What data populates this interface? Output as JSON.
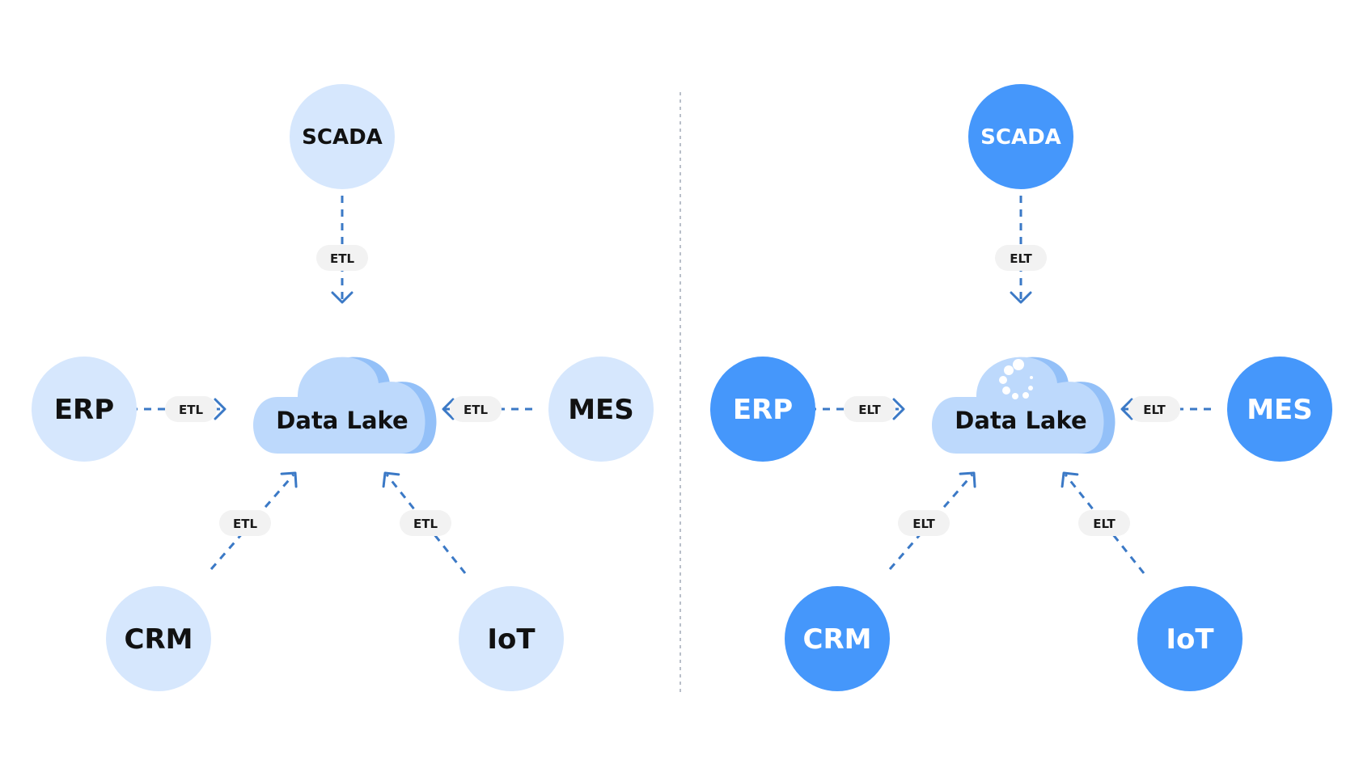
{
  "colors": {
    "light_node": "#d6e7fd",
    "dark_node": "#4597fb",
    "cloud_front": "#bdd9fc",
    "cloud_back": "#93c0f8",
    "arrow": "#3b79c6",
    "pill_bg": "#f2f2f2",
    "divider": "#b9bfc9",
    "text_dark": "#111111",
    "text_light": "#ffffff"
  },
  "panels": [
    {
      "name": "etl",
      "process_label": "ETL",
      "hub_label": "Data Lake",
      "hub_icon": null,
      "style": "light",
      "sources": [
        {
          "id": "scada",
          "label": "SCADA",
          "position": "top"
        },
        {
          "id": "erp",
          "label": "ERP",
          "position": "left"
        },
        {
          "id": "mes",
          "label": "MES",
          "position": "right"
        },
        {
          "id": "crm",
          "label": "CRM",
          "position": "bottom-left"
        },
        {
          "id": "iot",
          "label": "IoT",
          "position": "bottom-right"
        }
      ]
    },
    {
      "name": "elt",
      "process_label": "ELT",
      "hub_label": "Data Lake",
      "hub_icon": "loading-spinner-icon",
      "style": "dark",
      "sources": [
        {
          "id": "scada",
          "label": "SCADA",
          "position": "top"
        },
        {
          "id": "erp",
          "label": "ERP",
          "position": "left"
        },
        {
          "id": "mes",
          "label": "MES",
          "position": "right"
        },
        {
          "id": "crm",
          "label": "CRM",
          "position": "bottom-left"
        },
        {
          "id": "iot",
          "label": "IoT",
          "position": "bottom-right"
        }
      ]
    }
  ]
}
